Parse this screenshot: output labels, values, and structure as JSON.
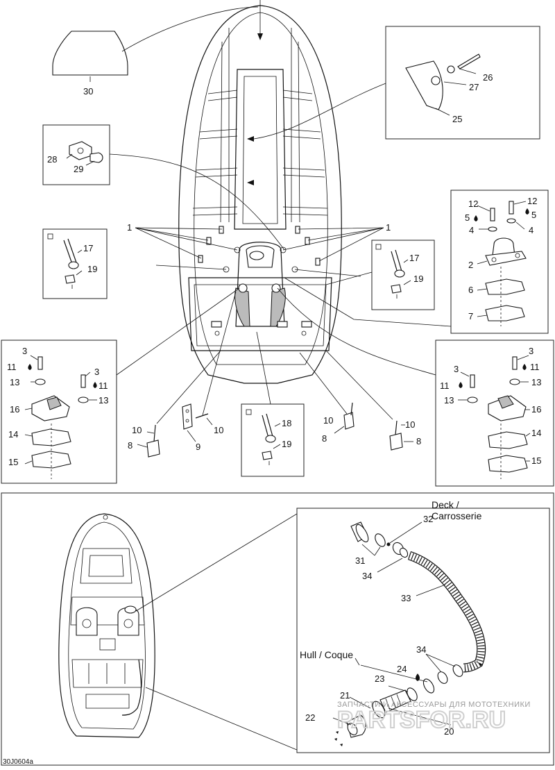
{
  "diagram": {
    "code": "30J0604a",
    "labels": {
      "deck": "Deck /",
      "carrosserie": "Carrosserie",
      "hull": "Hull / Coque"
    },
    "watermark": {
      "line1": "ЗАПЧАСТИ И АКСЕССУАРЫ ДЛЯ МОТОТЕХНИКИ",
      "line2": "PARTSFOR.RU"
    },
    "callouts": {
      "c1": "1",
      "c2": "2",
      "c3": "3",
      "c4": "4",
      "c5": "5",
      "c6": "6",
      "c7": "7",
      "c8": "8",
      "c9": "9",
      "c10": "10",
      "c11": "11",
      "c12": "12",
      "c13": "13",
      "c14": "14",
      "c15": "15",
      "c16": "16",
      "c17": "17",
      "c18": "18",
      "c19": "19",
      "c20": "20",
      "c21": "21",
      "c22": "22",
      "c23": "23",
      "c24": "24",
      "c25": "25",
      "c26": "26",
      "c27": "27",
      "c28": "28",
      "c29": "29",
      "c30": "30",
      "c31": "31",
      "c32": "32",
      "c33": "33",
      "c34": "34"
    }
  }
}
